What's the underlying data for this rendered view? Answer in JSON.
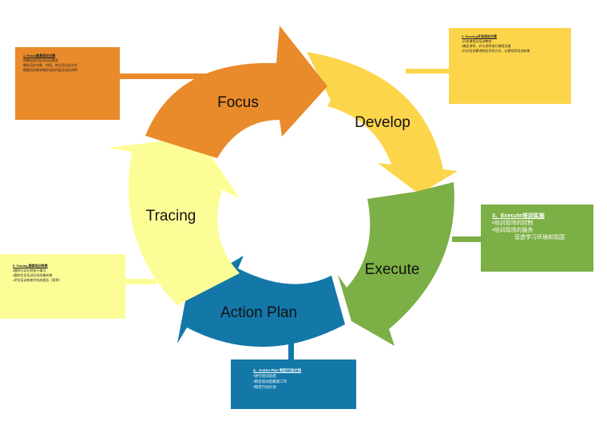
{
  "colors": {
    "focus": "#E98A2B",
    "develop": "#FCD54A",
    "execute": "#7CAF45",
    "action": "#1377A8",
    "tracing": "#FDFD98",
    "connector": "#E98A2B"
  },
  "segments": [
    {
      "id": "focus",
      "label": "Focus"
    },
    {
      "id": "develop",
      "label": "Develop"
    },
    {
      "id": "execute",
      "label": "Execute"
    },
    {
      "id": "action",
      "label": "Action Plan"
    },
    {
      "id": "tracing",
      "label": "Tracing"
    }
  ],
  "notes": {
    "focus": {
      "title": "1. Focus聚焦培训主题",
      "lines": [
        "明确培训目标及培训需求",
        "确定培训对象、时间、地点及培训方式",
        "根据培训需求确定培训内容及培训讲师"
      ]
    },
    "develop": {
      "title": "2. Develop开发培训方案",
      "lines": [
        "•开发课程及培训教材",
        "•确定讲师，并与讲师进行课程沟通",
        "•针对培训需求制定评估方式，以便检验培训效果"
      ]
    },
    "execute": {
      "title": "3、Execute培训实施",
      "lines": [
        "•培训现场的控制",
        "•培训现场的服务",
        "营造学习环境和氛围"
      ]
    },
    "action": {
      "title": "4、Action  Plan 制定行动计划",
      "lines": [
        "•进行培训总结",
        "•制定培训后跟进工作",
        "•制定行动计划"
      ]
    },
    "tracing": {
      "title": "5. Tracing 跟踪培训效果",
      "lines": [
        "•跟踪行动计划执行情况",
        "•跟踪学员培训后的改善成果",
        "•评估培训效果并形成报告（案例）"
      ]
    }
  }
}
